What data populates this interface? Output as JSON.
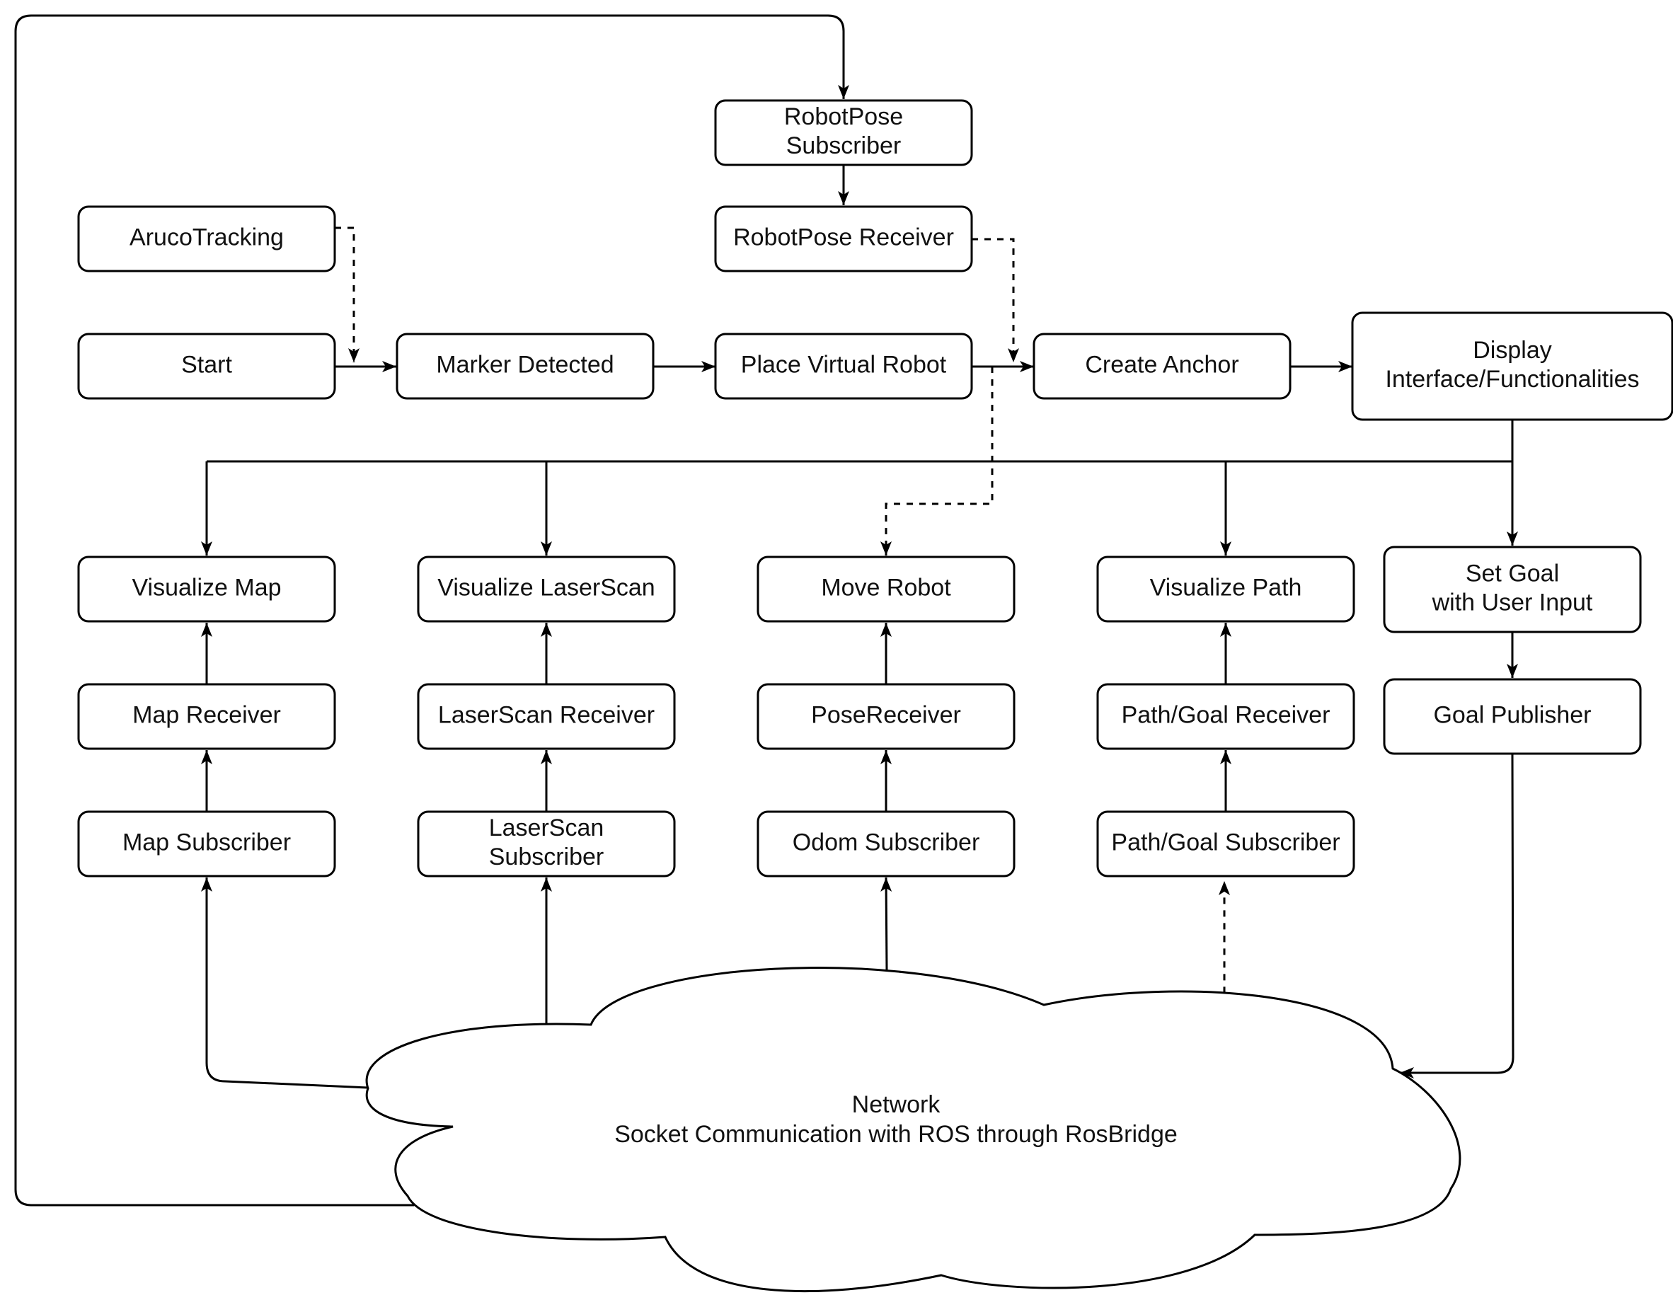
{
  "nodes": {
    "robotpose_subscriber": [
      "RobotPose",
      "Subscriber"
    ],
    "robotpose_receiver": [
      "RobotPose Receiver"
    ],
    "aruco_tracking": [
      "ArucoTracking"
    ],
    "start": [
      "Start"
    ],
    "marker_detected": [
      "Marker Detected"
    ],
    "place_virtual_robot": [
      "Place Virtual Robot"
    ],
    "create_anchor": [
      "Create Anchor"
    ],
    "display_interface": [
      "Display",
      "Interface/Functionalities"
    ],
    "visualize_map": [
      "Visualize Map"
    ],
    "visualize_laserscan": [
      "Visualize LaserScan"
    ],
    "move_robot": [
      "Move Robot"
    ],
    "visualize_path": [
      "Visualize Path"
    ],
    "set_goal": [
      "Set Goal",
      "with User Input"
    ],
    "map_receiver": [
      "Map Receiver"
    ],
    "laserscan_receiver": [
      "LaserScan Receiver"
    ],
    "pose_receiver": [
      "PoseReceiver"
    ],
    "pathgoal_receiver": [
      "Path/Goal Receiver"
    ],
    "goal_publisher": [
      "Goal Publisher"
    ],
    "map_subscriber": [
      "Map Subscriber"
    ],
    "laserscan_subscriber": [
      "LaserScan",
      "Subscriber"
    ],
    "odom_subscriber": [
      "Odom Subscriber"
    ],
    "pathgoal_subscriber": [
      "Path/Goal Subscriber"
    ]
  },
  "cloud": {
    "line1": "Network",
    "line2": "Socket Communication with ROS through RosBridge"
  },
  "edges": [
    {
      "from": "network",
      "to": "robotpose_subscriber",
      "style": "solid"
    },
    {
      "from": "robotpose_subscriber",
      "to": "robotpose_receiver",
      "style": "solid"
    },
    {
      "from": "robotpose_receiver",
      "to": "create_anchor",
      "style": "dashed"
    },
    {
      "from": "aruco_tracking",
      "to": "marker_detected",
      "style": "dashed"
    },
    {
      "from": "start",
      "to": "marker_detected",
      "style": "solid"
    },
    {
      "from": "marker_detected",
      "to": "place_virtual_robot",
      "style": "solid"
    },
    {
      "from": "place_virtual_robot",
      "to": "create_anchor",
      "style": "solid"
    },
    {
      "from": "place_virtual_robot",
      "to": "move_robot",
      "style": "dashed"
    },
    {
      "from": "create_anchor",
      "to": "display_interface",
      "style": "solid"
    },
    {
      "from": "display_interface",
      "to": "visualize_map",
      "style": "solid"
    },
    {
      "from": "display_interface",
      "to": "visualize_laserscan",
      "style": "solid"
    },
    {
      "from": "display_interface",
      "to": "visualize_path",
      "style": "solid"
    },
    {
      "from": "display_interface",
      "to": "set_goal",
      "style": "solid"
    },
    {
      "from": "set_goal",
      "to": "goal_publisher",
      "style": "solid"
    },
    {
      "from": "map_receiver",
      "to": "visualize_map",
      "style": "solid"
    },
    {
      "from": "laserscan_receiver",
      "to": "visualize_laserscan",
      "style": "solid"
    },
    {
      "from": "pose_receiver",
      "to": "move_robot",
      "style": "solid"
    },
    {
      "from": "pathgoal_receiver",
      "to": "visualize_path",
      "style": "solid"
    },
    {
      "from": "map_subscriber",
      "to": "map_receiver",
      "style": "solid"
    },
    {
      "from": "laserscan_subscriber",
      "to": "laserscan_receiver",
      "style": "solid"
    },
    {
      "from": "odom_subscriber",
      "to": "pose_receiver",
      "style": "solid"
    },
    {
      "from": "pathgoal_subscriber",
      "to": "pathgoal_receiver",
      "style": "solid"
    },
    {
      "from": "network",
      "to": "map_subscriber",
      "style": "solid"
    },
    {
      "from": "network",
      "to": "laserscan_subscriber",
      "style": "solid"
    },
    {
      "from": "network",
      "to": "odom_subscriber",
      "style": "solid"
    },
    {
      "from": "network",
      "to": "pathgoal_subscriber",
      "style": "dashed"
    },
    {
      "from": "goal_publisher",
      "to": "network",
      "style": "solid"
    }
  ]
}
